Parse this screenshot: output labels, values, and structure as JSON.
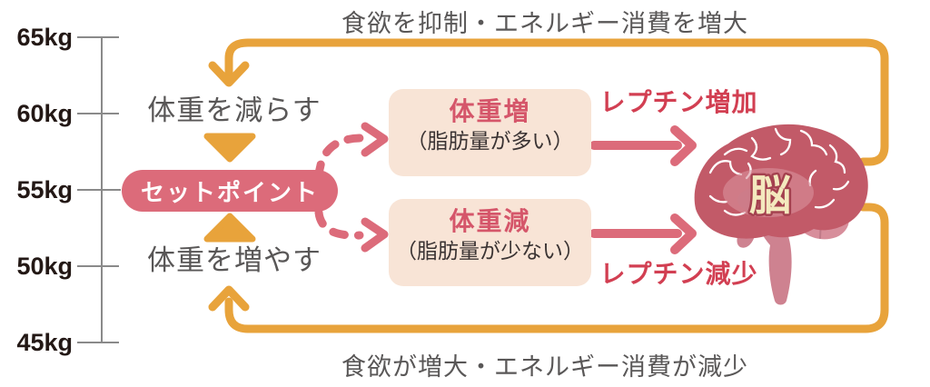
{
  "loop_captions": {
    "top": "食欲を抑制・エネルギー消費を増大",
    "bottom": "食欲が増大・エネルギー消費が減少"
  },
  "weight_axis": {
    "labels": [
      "65kg",
      "60kg",
      "55kg",
      "50kg",
      "45kg"
    ]
  },
  "setpoint_label": "セットポイント",
  "adjustments": {
    "decrease": "体重を減らす",
    "increase": "体重を増やす"
  },
  "states": {
    "gain": {
      "title": "体重増",
      "detail": "（脂肪量が多い）",
      "leptin": "レプチン増加"
    },
    "loss": {
      "title": "体重減",
      "detail": "（脂肪量が少ない）",
      "leptin": "レプチン減少"
    }
  },
  "brain_label": "脳",
  "colors": {
    "loop_orange": "#E8A33B",
    "pink": "#DC6B7A",
    "leptin_red": "#D23F52",
    "box_bg": "#F8E4D6",
    "box_title": "#D5566A",
    "gray_text": "#595757",
    "axis_text": "#231815",
    "axis_line": "#8A8A8A",
    "brain_main": "#C25A68",
    "brain_light": "#D78E9B",
    "brain_stem": "#CE8290",
    "brain_label_fill": "#F4E9BE",
    "brain_label_stroke": "#A4414F"
  }
}
